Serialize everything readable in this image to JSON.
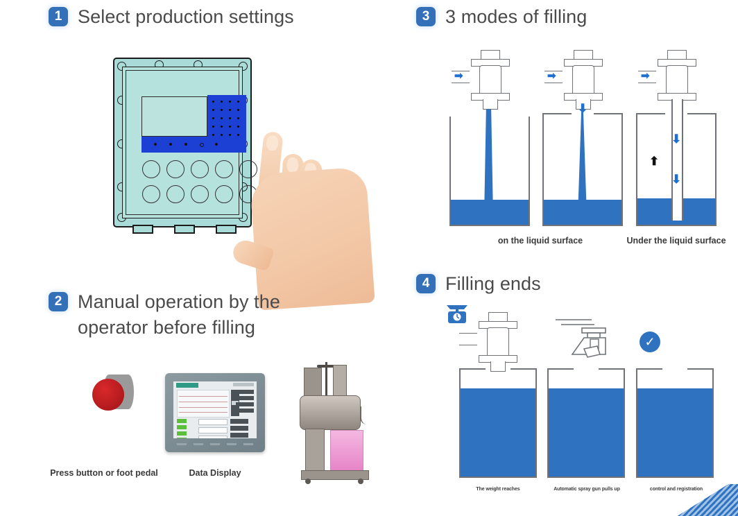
{
  "page": {
    "title": "Filling process infographic",
    "accent_color": "#3470b8",
    "liquid_color": "#2f72bf",
    "panel_color": "#a9dcd8"
  },
  "sections": [
    {
      "number": "1",
      "title": "Select production settings",
      "figure": "control-panel-with-hand",
      "captions": []
    },
    {
      "number": "2",
      "title": "Manual operation by the\noperator before filling",
      "figure": "button-hmi-machine",
      "captions": [
        {
          "label": "Press button or foot pedal"
        },
        {
          "label": "Data Display"
        }
      ]
    },
    {
      "number": "3",
      "title": "3 modes of filling",
      "figure": "three-filling-modes",
      "captions": [
        {
          "label": ""
        },
        {
          "label": "on the liquid surface"
        },
        {
          "label": "Under the liquid surface"
        }
      ]
    },
    {
      "number": "4",
      "title": "Filling ends",
      "figure": "filling-end-states",
      "captions": [
        {
          "label": "The weight reaches"
        },
        {
          "label": "Automatic spray gun pulls up"
        },
        {
          "label": "control and registration"
        }
      ]
    }
  ],
  "icons": {
    "scale": "kitchen-scale-icon",
    "check": "✓",
    "flow_arrow": "➡",
    "down_arrow": "⬇",
    "up_arrow": "⬆"
  }
}
